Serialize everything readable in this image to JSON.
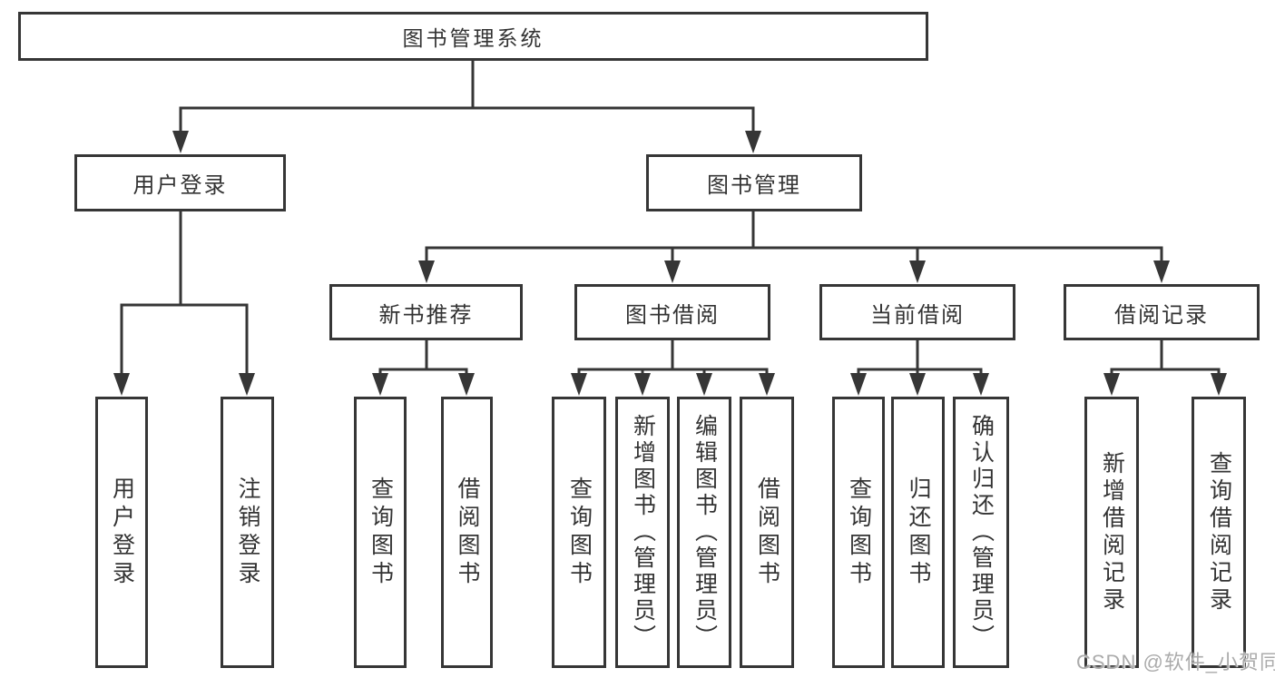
{
  "tree": {
    "label": "图书管理系统",
    "children": [
      {
        "label": "用户登录",
        "children": [
          {
            "label": "用户登录"
          },
          {
            "label": "注销登录"
          }
        ]
      },
      {
        "label": "图书管理",
        "children": [
          {
            "label": "新书推荐",
            "children": [
              {
                "label": "查询图书"
              },
              {
                "label": "借阅图书"
              }
            ]
          },
          {
            "label": "图书借阅",
            "children": [
              {
                "label": "查询图书"
              },
              {
                "label": "新增图书（管理员）"
              },
              {
                "label": "编辑图书（管理员）"
              },
              {
                "label": "借阅图书"
              }
            ]
          },
          {
            "label": "当前借阅",
            "children": [
              {
                "label": "查询图书"
              },
              {
                "label": "归还图书"
              },
              {
                "label": "确认归还（管理员）"
              }
            ]
          },
          {
            "label": "借阅记录",
            "children": [
              {
                "label": "新增借阅记录"
              },
              {
                "label": "查询借阅记录"
              }
            ]
          }
        ]
      }
    ]
  },
  "watermark": "CSDN @软件_小贺同学",
  "colors": {
    "line": "#363636",
    "text": "#333333",
    "background": "#ffffff",
    "watermark": "#ababab"
  }
}
